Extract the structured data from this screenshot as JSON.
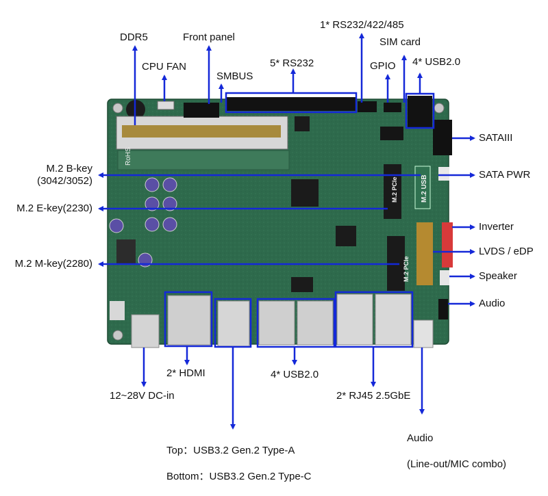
{
  "callouts": {
    "ddr5": "DDR5",
    "cpu_fan": "CPU FAN",
    "front_panel": "Front panel",
    "smbus": "SMBUS",
    "rs232_5": "5* RS232",
    "rs232_422_485": "1* RS232/422/485",
    "sim_card": "SIM card",
    "gpio": "GPIO",
    "usb20_top": "4* USB2.0",
    "sataiii": "SATAIII",
    "sata_pwr": "SATA PWR",
    "inverter": "Inverter",
    "lvds_edp": "LVDS / eDP",
    "speaker": "Speaker",
    "audio_right": "Audio",
    "m2_bkey_line1": "M.2 B-key",
    "m2_bkey_line2": "(3042/3052)",
    "m2_ekey": "M.2 E-key(2230)",
    "m2_mkey": "M.2 M-key(2280)",
    "hdmi": "2* HDMI",
    "dc_in": "12~28V DC-in",
    "usb20_bottom": "4* USB2.0",
    "rj45": "2* RJ45 2.5GbE",
    "usb32_top": "Top：USB3.2 Gen.2 Type-A",
    "usb32_bottom": "Bottom：USB3.2 Gen.2 Type-C",
    "audio_bottom_line1": "Audio",
    "audio_bottom_line2": "(Line-out/MIC combo)"
  },
  "board_silkscreen": {
    "m2_usb": "M.2 USB",
    "m2_pcie_top": "M.2 PCIe",
    "m2_pcie_bottom": "M.2 PCIe",
    "rohs": "RoHS"
  },
  "colors": {
    "arrow": "#1428d8",
    "pcb": "#2f6a4e",
    "highlight_box": "#1428d8"
  }
}
